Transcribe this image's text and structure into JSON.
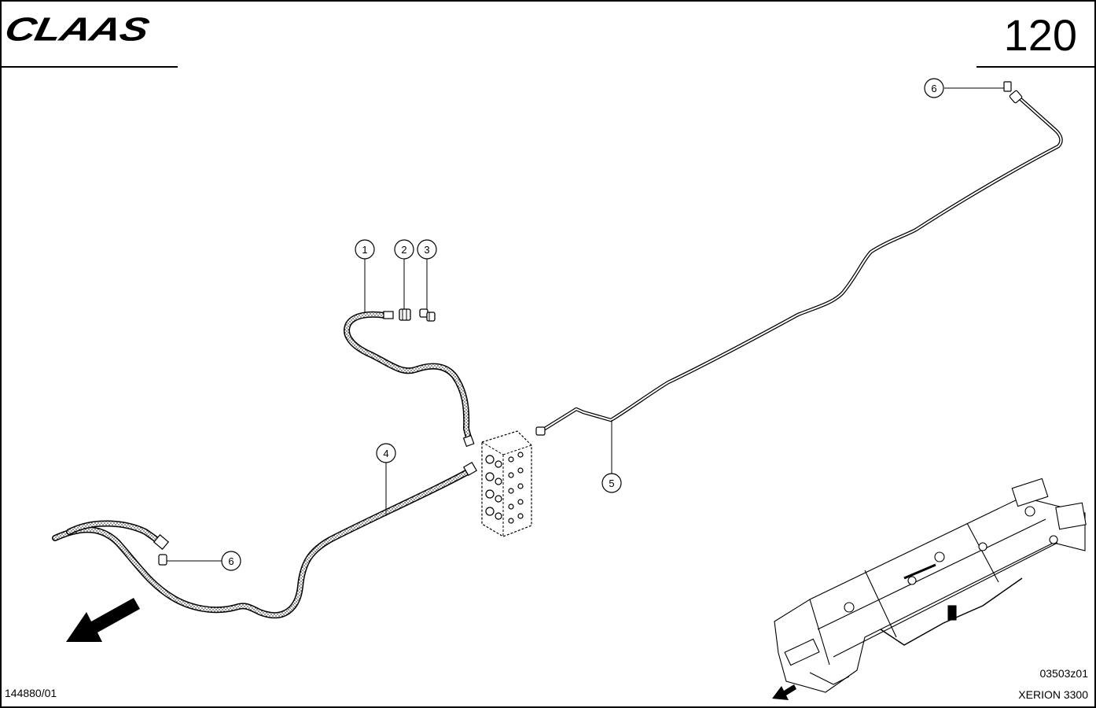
{
  "header": {
    "brand": "CLAAS",
    "page_number": "120"
  },
  "callouts": [
    {
      "id": "1",
      "label": "1"
    },
    {
      "id": "2",
      "label": "2"
    },
    {
      "id": "3",
      "label": "3"
    },
    {
      "id": "4",
      "label": "4"
    },
    {
      "id": "5",
      "label": "5"
    },
    {
      "id": "6a",
      "label": "6"
    },
    {
      "id": "6b",
      "label": "6"
    }
  ],
  "footer": {
    "drawing_ref": "144880/01",
    "image_code": "03503z01",
    "model": "XERION 3300"
  }
}
